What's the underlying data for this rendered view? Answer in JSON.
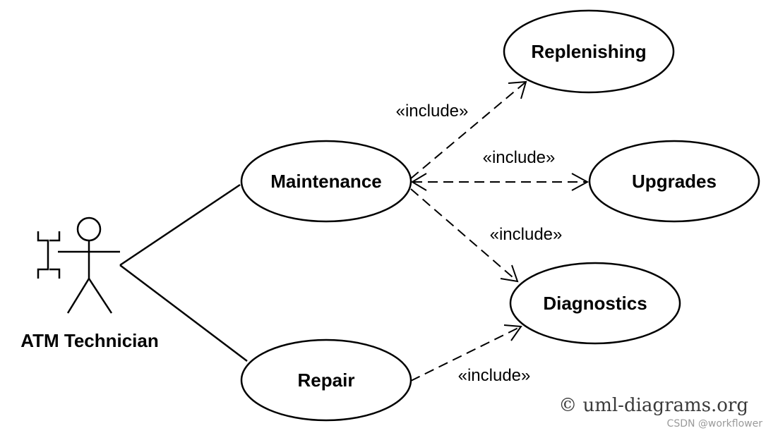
{
  "actor": {
    "name": "ATM Technician"
  },
  "use_cases": {
    "maintenance": "Maintenance",
    "repair": "Repair",
    "replenishing": "Replenishing",
    "upgrades": "Upgrades",
    "diagnostics": "Diagnostics"
  },
  "relationships": [
    {
      "from": "Maintenance",
      "to": "Replenishing",
      "stereotype": "«include»"
    },
    {
      "from": "Maintenance",
      "to": "Upgrades",
      "stereotype": "«include»"
    },
    {
      "from": "Maintenance",
      "to": "Diagnostics",
      "stereotype": "«include»"
    },
    {
      "from": "Repair",
      "to": "Diagnostics",
      "stereotype": "«include»"
    }
  ],
  "watermark": "© uml-diagrams.org",
  "credit": "CSDN @workflower"
}
